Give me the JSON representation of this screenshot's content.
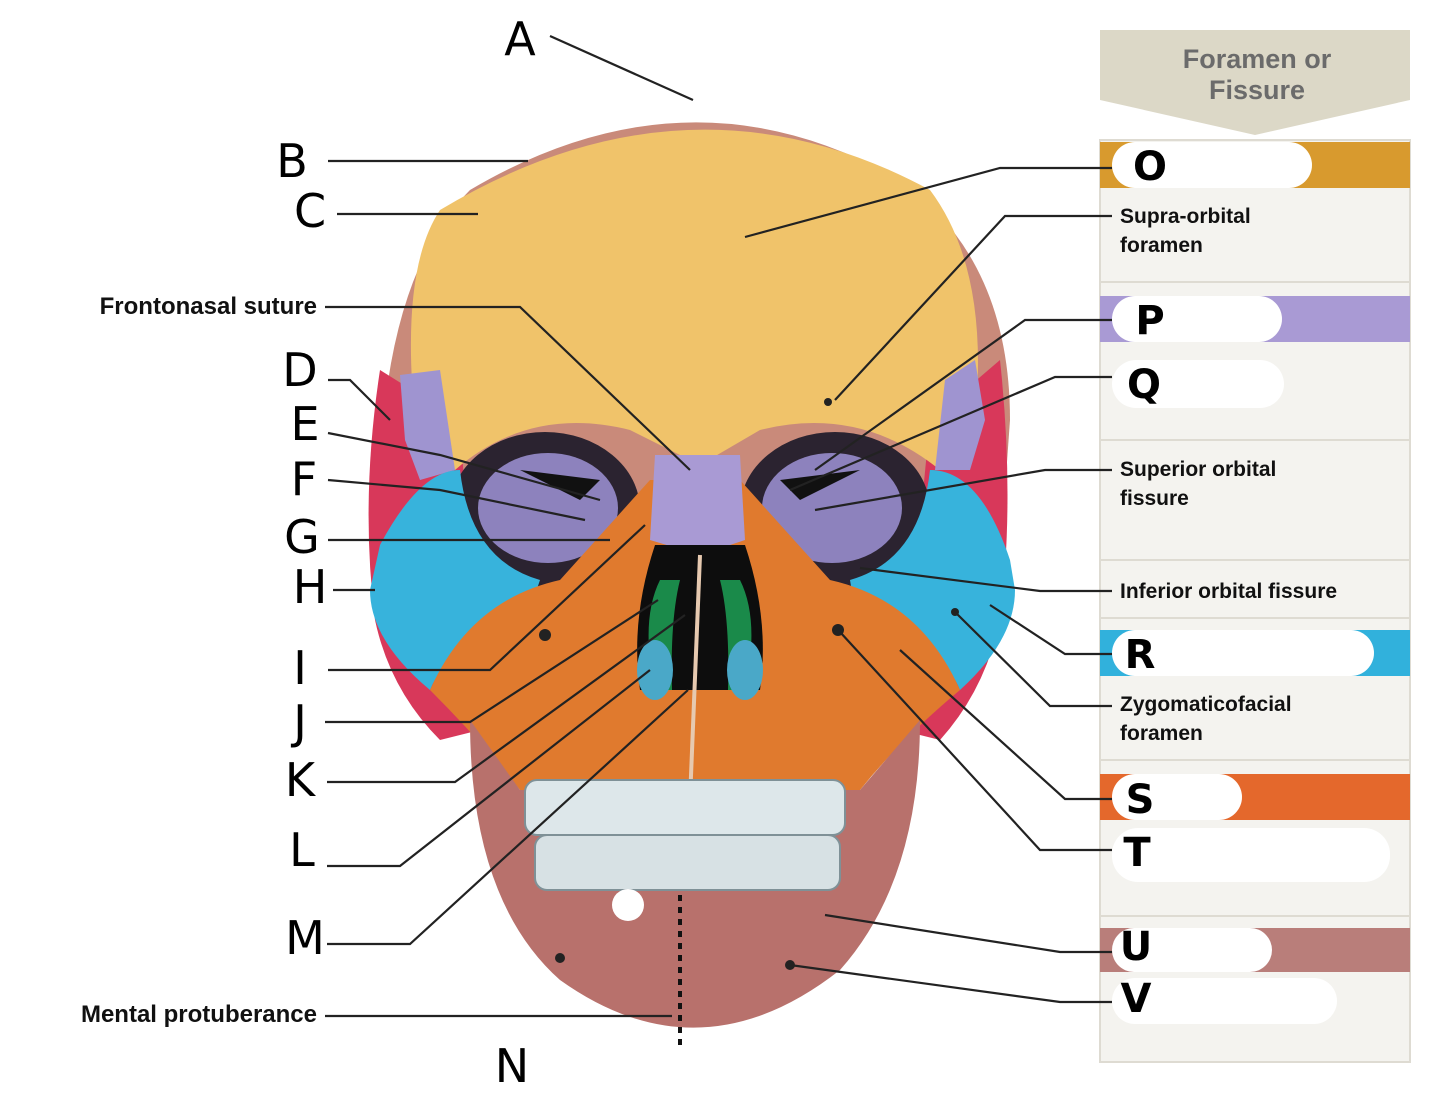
{
  "panel": {
    "header": [
      "Foramen or",
      "Fissure"
    ],
    "colors": {
      "header_bg": "#dcd8c7",
      "frontal": "#d89a2e",
      "ethmoid": "#a99ad4",
      "zygomatic": "#31b1dc",
      "maxilla": "#e4682c",
      "mandible": "#b97e7a",
      "row_bg": "#f4f3ef"
    },
    "rows": {
      "supraorbital": [
        "Supra-orbital",
        "foramen"
      ],
      "superior_orbital": [
        "Superior orbital",
        "fissure"
      ],
      "inferior_orbital": "Inferior orbital fissure",
      "zygomaticofacial": [
        "Zygomaticofacial",
        "foramen"
      ]
    }
  },
  "labels": {
    "left_printed": {
      "frontonasal": "Frontonasal suture",
      "mental": "Mental protuberance"
    },
    "letters": {
      "A": "A",
      "B": "B",
      "C": "C",
      "D": "D",
      "E": "E",
      "F": "F",
      "G": "G",
      "H": "H",
      "I": "I",
      "J": "J",
      "K": "K",
      "L": "L",
      "M": "M",
      "N": "N",
      "O": "O",
      "P": "P",
      "Q": "Q",
      "R": "R",
      "S": "S",
      "T": "T",
      "U": "U",
      "V": "V"
    }
  }
}
